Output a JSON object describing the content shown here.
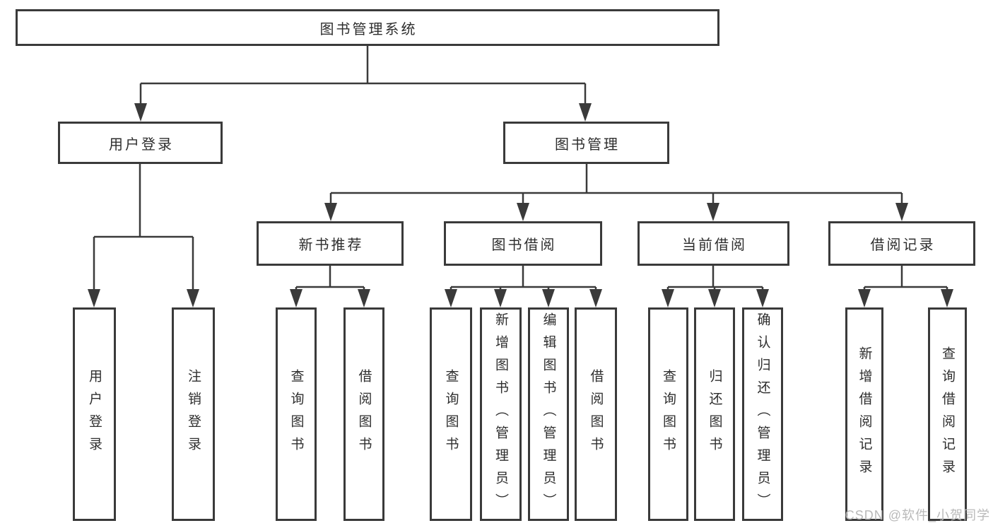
{
  "tree": {
    "root": {
      "label": "图书管理系统"
    },
    "level1": [
      {
        "label": "用户登录",
        "leaves": [
          {
            "label": "用户登录"
          },
          {
            "label": "注销登录"
          }
        ]
      },
      {
        "label": "图书管理",
        "groups": [
          {
            "label": "新书推荐",
            "leaves": [
              {
                "label": "查询图书"
              },
              {
                "label": "借阅图书"
              }
            ]
          },
          {
            "label": "图书借阅",
            "leaves": [
              {
                "label": "查询图书"
              },
              {
                "label": "新增图书（管理员）"
              },
              {
                "label": "编辑图书（管理员）"
              },
              {
                "label": "借阅图书"
              }
            ]
          },
          {
            "label": "当前借阅",
            "leaves": [
              {
                "label": "查询图书"
              },
              {
                "label": "归还图书"
              },
              {
                "label": "确认归还（管理员）"
              }
            ]
          },
          {
            "label": "借阅记录",
            "leaves": [
              {
                "label": "新增借阅记录"
              },
              {
                "label": "查询借阅记录"
              }
            ]
          }
        ]
      }
    ]
  },
  "watermark": {
    "text": "CSDN @软件_小贺同学"
  },
  "colors": {
    "line": "#3a3a3a",
    "text": "#2e2e2e",
    "background": "#ffffff",
    "watermark": "#b9b9b9"
  }
}
